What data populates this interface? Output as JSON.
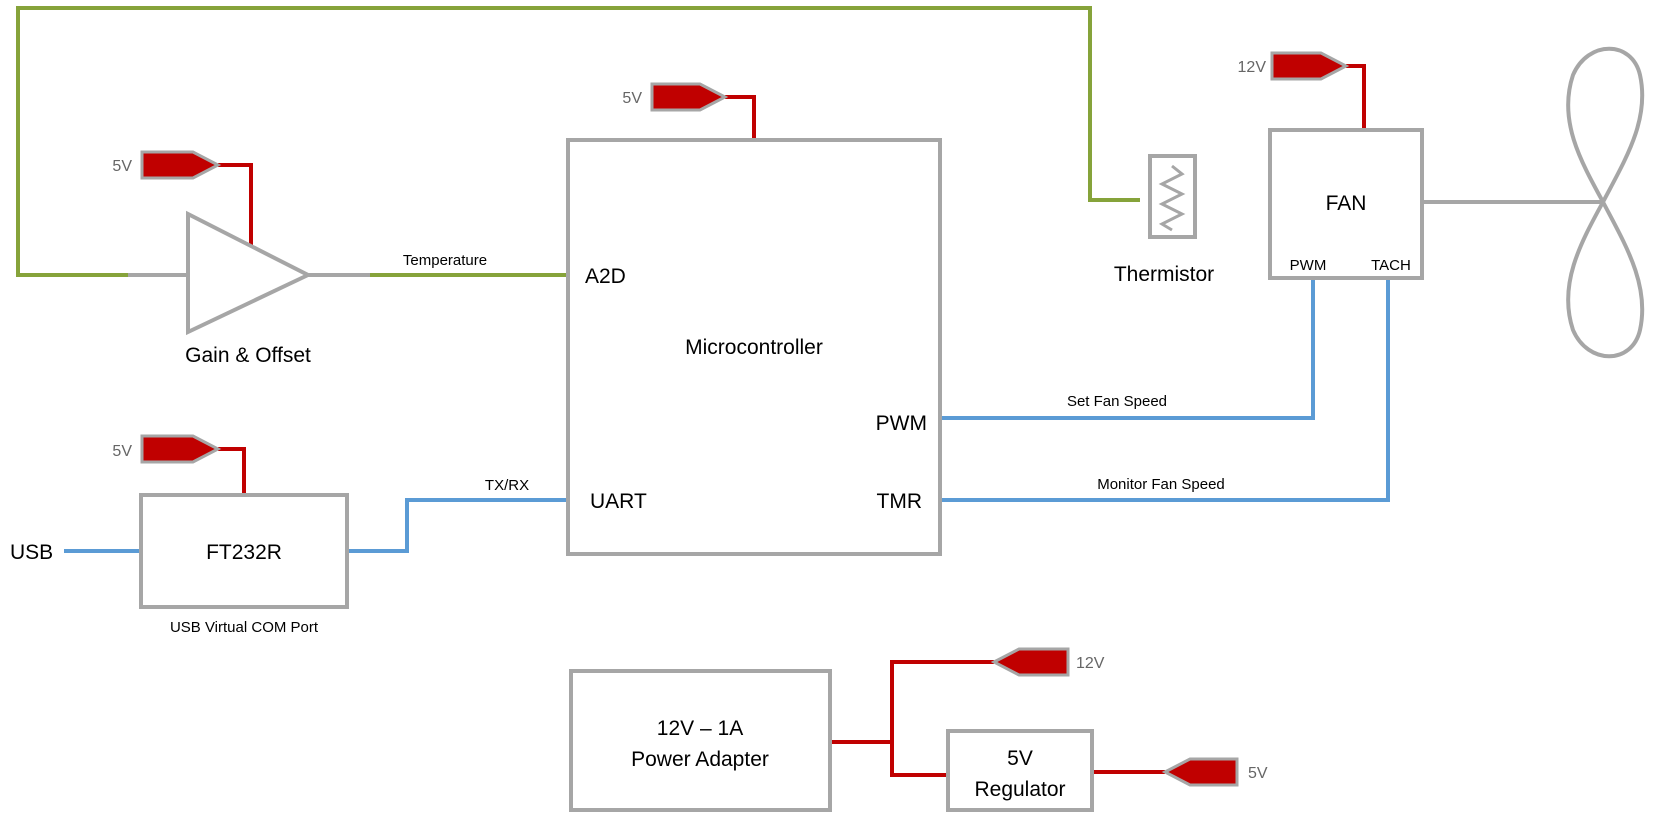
{
  "blocks": {
    "microcontroller": "Microcontroller",
    "mcu_a2d": "A2D",
    "mcu_uart": "UART",
    "mcu_pwm": "PWM",
    "mcu_tmr": "TMR",
    "ft232r": "FT232R",
    "ft232r_caption": "USB Virtual COM Port",
    "usb": "USB",
    "gain_offset": "Gain & Offset",
    "thermistor": "Thermistor",
    "fan": "FAN",
    "fan_pwm": "PWM",
    "fan_tach": "TACH",
    "adapter_line1": "12V – 1A",
    "adapter_line2": "Power Adapter",
    "regulator_line1": "5V",
    "regulator_line2": "Regulator"
  },
  "signals": {
    "temperature": "Temperature",
    "txrx": "TX/RX",
    "set_fan_speed": "Set Fan Speed",
    "monitor_fan_speed": "Monitor Fan Speed"
  },
  "power_labels": {
    "mcu": "5V",
    "amp": "5V",
    "ft232r": "5V",
    "fan": "12V",
    "adapter_out": "12V",
    "regulator_out": "5V"
  },
  "colors": {
    "power": "#c00000",
    "analog": "#86a33a",
    "digital": "#5b9bd5",
    "outline": "#a6a6a6"
  }
}
